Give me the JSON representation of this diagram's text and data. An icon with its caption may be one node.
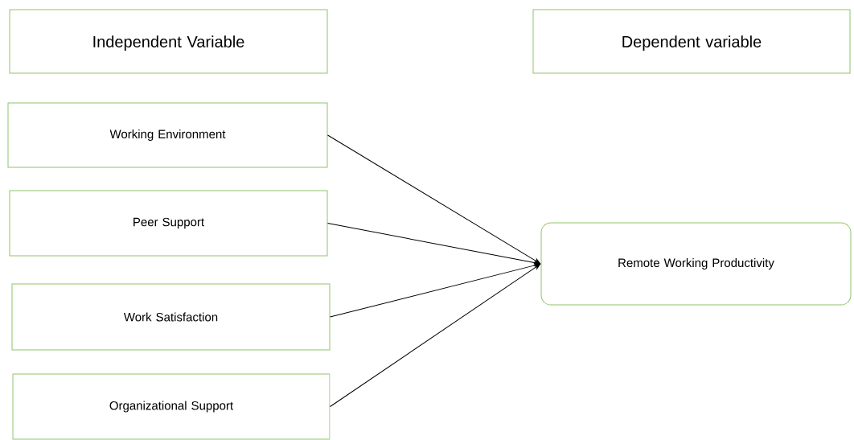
{
  "diagram": {
    "nodes": [
      {
        "text": [
          "Independent Variable"
        ]
      },
      {
        "text": [
          "Dependent variable"
        ]
      },
      {
        "text": [
          "Working Environment"
        ]
      },
      {
        "text": [
          "Peer Support"
        ]
      },
      {
        "text": [
          "Work Satisfaction"
        ]
      },
      {
        "text": [
          "Organizational Support"
        ]
      },
      {
        "text": [
          "Remote Working Productivity"
        ]
      }
    ],
    "edges": [
      {
        "from": 2,
        "to": 6,
        "arrow": "to"
      },
      {
        "from": 3,
        "to": 6,
        "arrow": "to"
      },
      {
        "from": 4,
        "to": 6,
        "arrow": "to"
      },
      {
        "from": 5,
        "to": 6,
        "arrow": "to"
      }
    ]
  }
}
